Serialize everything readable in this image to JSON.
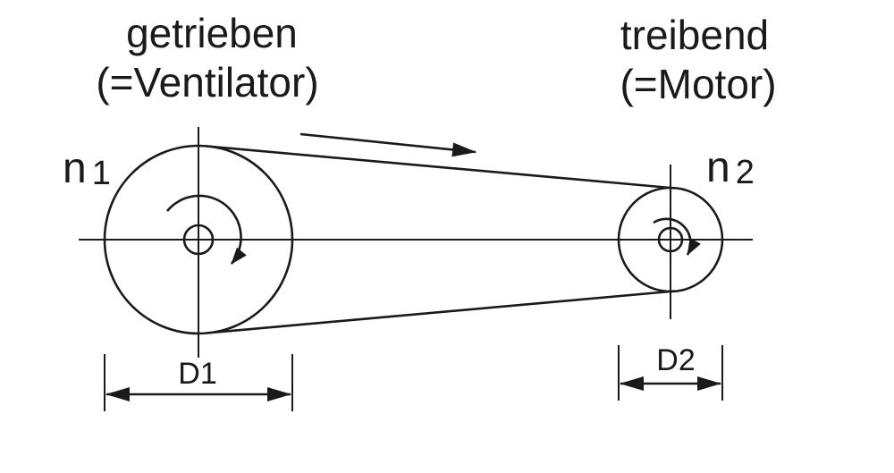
{
  "diagram": {
    "line_color": "#1a1a1a",
    "driven": {
      "title": "getrieben",
      "subtitle": "(=Ventilator)",
      "speed_symbol": "n",
      "speed_index": "1",
      "diameter_label": "D1"
    },
    "driving": {
      "title": "treibend",
      "subtitle": "(=Motor)",
      "speed_symbol": "n",
      "speed_index": "2",
      "diameter_label": "D2"
    }
  }
}
